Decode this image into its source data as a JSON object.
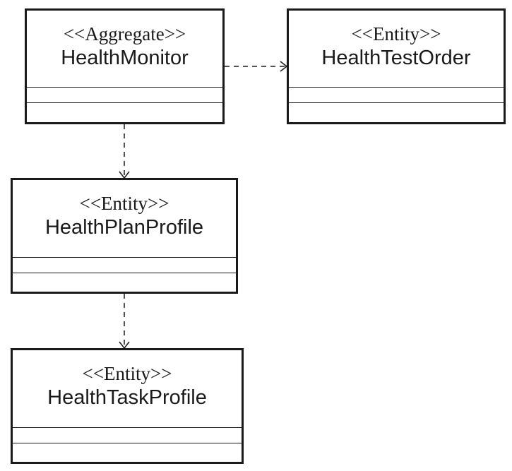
{
  "classes": {
    "health_monitor": {
      "stereotype": "<<Aggregate>>",
      "name": "HealthMonitor"
    },
    "health_test_order": {
      "stereotype": "<<Entity>>",
      "name": "HealthTestOrder"
    },
    "health_plan_profile": {
      "stereotype": "<<Entity>>",
      "name": "HealthPlanProfile"
    },
    "health_task_profile": {
      "stereotype": "<<Entity>>",
      "name": "HealthTaskProfile"
    }
  },
  "relations": [
    {
      "type": "dependency",
      "from": "HealthMonitor",
      "to": "HealthTestOrder"
    },
    {
      "type": "dependency",
      "from": "HealthMonitor",
      "to": "HealthPlanProfile"
    },
    {
      "type": "dependency",
      "from": "HealthPlanProfile",
      "to": "HealthTaskProfile"
    }
  ],
  "colors": {
    "stroke": "#1a1a1a",
    "background": "#ffffff"
  }
}
